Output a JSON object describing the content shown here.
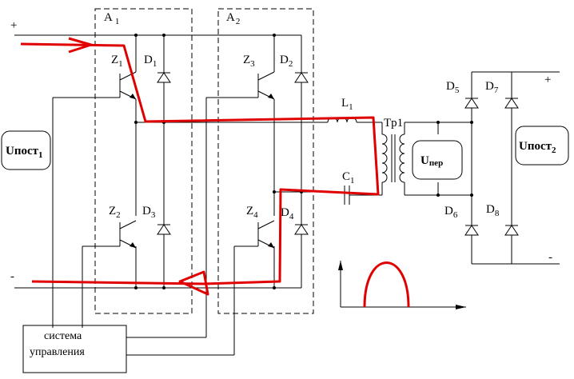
{
  "labels": {
    "a1": "A",
    "a1_sub": "1",
    "a2": "A",
    "a2_sub": "2",
    "z1": "Z",
    "z1_sub": "1",
    "z2": "Z",
    "z2_sub": "2",
    "z3": "Z",
    "z3_sub": "3",
    "z4": "Z",
    "z4_sub": "4",
    "d1": "D",
    "d1_sub": "1",
    "d2": "D",
    "d2_sub": "2",
    "d3": "D",
    "d3_sub": "3",
    "d4": "D",
    "d4_sub": "4",
    "d5": "D",
    "d5_sub": "5",
    "d6": "D",
    "d6_sub": "6",
    "d7": "D",
    "d7_sub": "7",
    "d8": "D",
    "d8_sub": "8",
    "l1": "L",
    "l1_sub": "1",
    "c1": "C",
    "c1_sub": "1",
    "tp1": "Tp1",
    "plus_left": "+",
    "minus_left": "-",
    "plus_right": "+",
    "minus_right": "-",
    "u_in": "Uпост",
    "u_in_sub": "1",
    "u_out": "Uпост",
    "u_out_sub": "2",
    "u_per": "U",
    "u_per_sub": "пер",
    "control_line1": "система",
    "control_line2": "управления"
  },
  "colors": {
    "wire": "#000000",
    "current_path": "#e00000"
  }
}
